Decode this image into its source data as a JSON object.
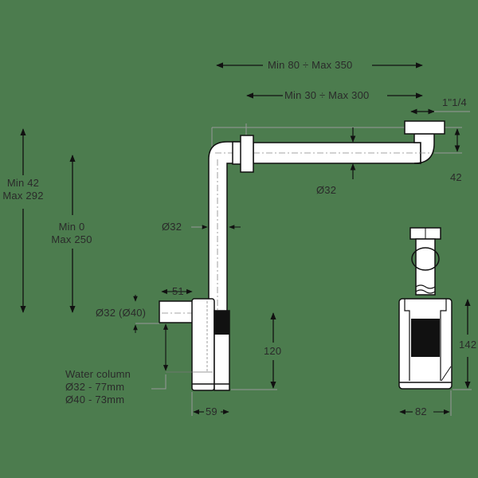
{
  "diagram": {
    "subject": "Bottle siphon / sink trap dimensional drawing",
    "background_color": "#4c7c4e",
    "line_color": "#111111",
    "fill_color": "#ffffff",
    "labels": {
      "top_range_outer": "Min 80 ÷ Max 350",
      "top_range_inner": "Min 30 ÷ Max 300",
      "thread_size": "1\"1/4",
      "offset_height": "42",
      "horizontal_diameter": "Ø32",
      "vertical_diameter": "Ø32",
      "left_range_outer_min": "Min 42",
      "left_range_outer_max": "Max 292",
      "left_range_inner_min": "Min 0",
      "left_range_inner_max": "Max 250",
      "outlet_width": "51",
      "outlet_diameter": "Ø32 (Ø40)",
      "water_column_title": "Water column",
      "water_column_32": "Ø32 - 77mm",
      "water_column_40": "Ø40 - 73mm",
      "body_height_side": "120",
      "body_width_side": "59",
      "body_height_front": "142",
      "body_width_front": "82"
    }
  }
}
